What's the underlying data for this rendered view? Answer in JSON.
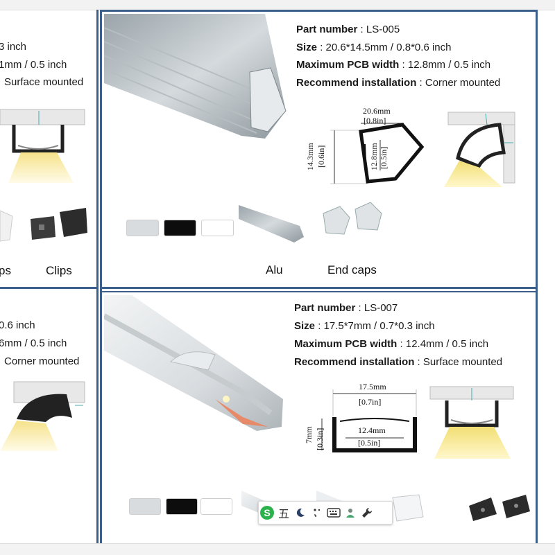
{
  "left_top": {
    "line1": "3 inch",
    "line2": "1mm / 0.5 inch",
    "line3": "Surface mounted",
    "caption_caps": "ps",
    "caption_clips": "Clips"
  },
  "left_bottom": {
    "line1": "0.6 inch",
    "line2": "6mm / 0.5 inch",
    "line3": "Corner mounted"
  },
  "product_ls005": {
    "part_label": "Part number",
    "part_value": ": LS-005",
    "size_label": "Size",
    "size_value": ": 20.6*14.5mm / 0.8*0.6 inch",
    "pcb_label": "Maximum PCB width",
    "pcb_value": ": 12.8mm / 0.5 inch",
    "install_label": "Recommend installation",
    "install_value": ": Corner mounted",
    "dim_width_mm": "20.6mm",
    "dim_width_in": "[0.8in]",
    "dim_height_mm": "14.3mm",
    "dim_height_in": "[0.6in]",
    "dim_pcb_mm": "12.8mm",
    "dim_pcb_in": "[0.5in]",
    "caption_alu": "Alu",
    "caption_endcaps": "End caps",
    "swatch_colors": [
      "#d9dcde",
      "#0d0d0d",
      "#ffffff"
    ]
  },
  "product_ls007": {
    "part_label": "Part number",
    "part_value": ": LS-007",
    "size_label": "Size",
    "size_value": ": 17.5*7mm / 0.7*0.3 inch",
    "pcb_label": "Maximum PCB width",
    "pcb_value": ": 12.4mm / 0.5 inch",
    "install_label": "Recommend installation",
    "install_value": ": Surface mounted",
    "dim_width_mm": "17.5mm",
    "dim_width_in": "[0.7in]",
    "dim_height_mm": "7mm",
    "dim_height_in": "[0.3in]",
    "dim_pcb_mm": "12.4mm",
    "dim_pcb_in": "[0.5in]",
    "swatch_colors": [
      "#d9dcde",
      "#0d0d0d",
      "#ffffff"
    ]
  },
  "ime_toolbar": {
    "logo": "S",
    "mode": "五",
    "icons": [
      "moon-icon",
      "punctuation-icon",
      "keyboard-icon",
      "user-icon",
      "wrench-icon"
    ],
    "logo_color": "#2bb24c"
  }
}
